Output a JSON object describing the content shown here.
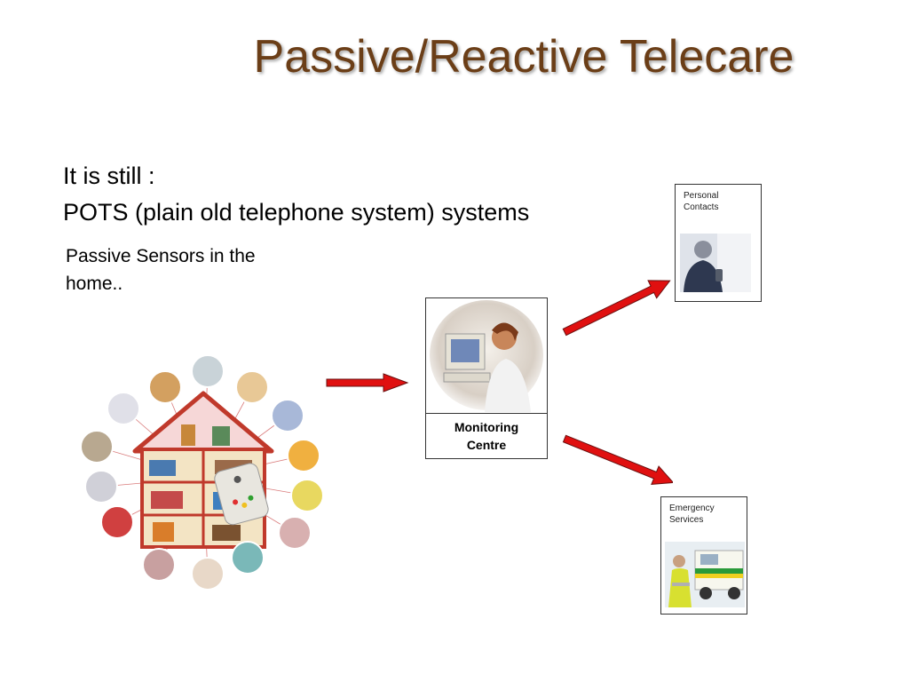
{
  "slide": {
    "title": "Passive/Reactive Telecare",
    "intro_line1": "It is still :",
    "intro_line2": "POTS (plain old telephone system) systems",
    "sensors_text": "Passive Sensors in the home.."
  },
  "nodes": {
    "monitoring": {
      "label_line1": "Monitoring",
      "label_line2": "Centre"
    },
    "personal": {
      "label_line1": "Personal",
      "label_line2": "Contacts"
    },
    "emergency": {
      "label_line1": "Emergency",
      "label_line2": "Services"
    }
  },
  "colors": {
    "title": "#6b3e17",
    "arrow": "#e01010"
  }
}
